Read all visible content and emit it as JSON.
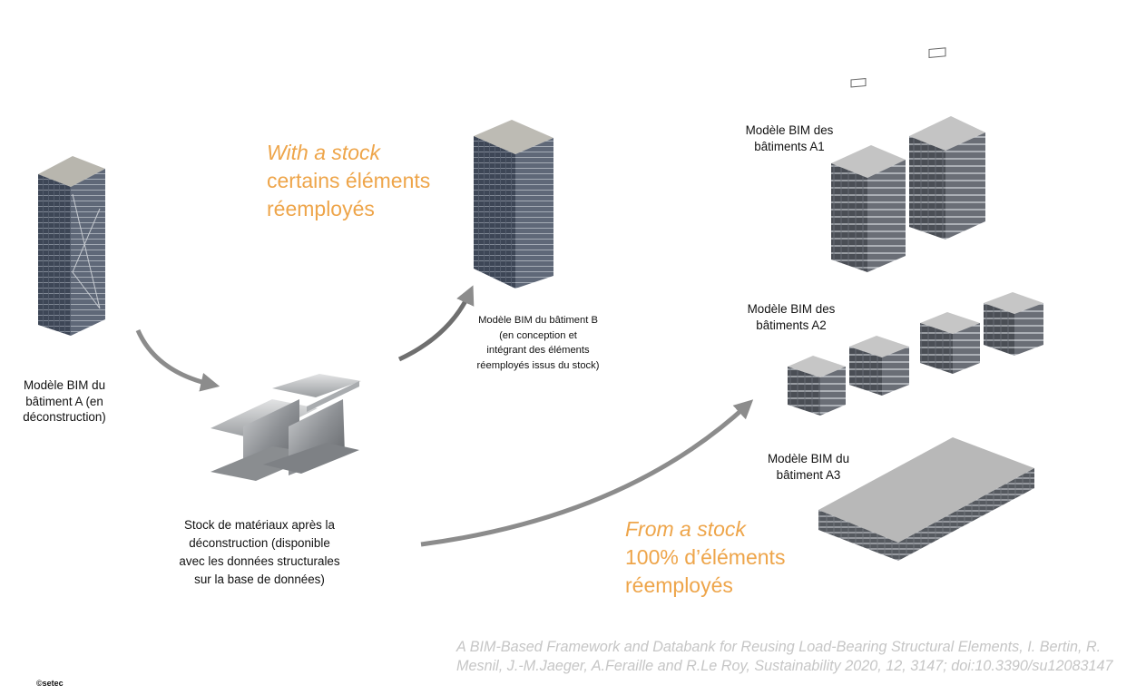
{
  "labels": {
    "building_a": [
      "Modèle BIM du",
      "bâtiment A (en",
      "déconstruction)"
    ],
    "stock": [
      "Stock de matériaux après la",
      "déconstruction (disponible",
      "avec les données structurales",
      "sur la base de données)"
    ],
    "building_b": [
      "Modèle BIM du bâtiment B",
      "(en conception et",
      "intégrant des éléments",
      "réemployés issus du stock)"
    ],
    "buildings_a1": [
      "Modèle BIM des",
      "bâtiments A1"
    ],
    "buildings_a2": [
      "Modèle BIM des",
      "bâtiments A2"
    ],
    "building_a3": [
      "Modèle BIM du",
      "bâtiment A3"
    ]
  },
  "callouts": {
    "with_stock": {
      "italic": "With a stock",
      "lines": [
        "certains éléments",
        "réemployés"
      ]
    },
    "from_stock": {
      "italic": "From a stock",
      "lines": [
        "100% d’éléments",
        "réemployés"
      ]
    }
  },
  "reference": [
    "A BIM-Based Framework and Databank for Reusing Load-Bearing Structural Elements, I. Bertin, R.",
    "Mesnil, J.-M.Jaeger, A.Feraille and R.Le Roy, Sustainability 2020, 12, 3147; doi:10.3390/su12083147"
  ],
  "copyright": "©setec",
  "colors": {
    "accent": "#eea54a",
    "arrow": "#8c8c8c",
    "reference": "#c6c6c6"
  }
}
